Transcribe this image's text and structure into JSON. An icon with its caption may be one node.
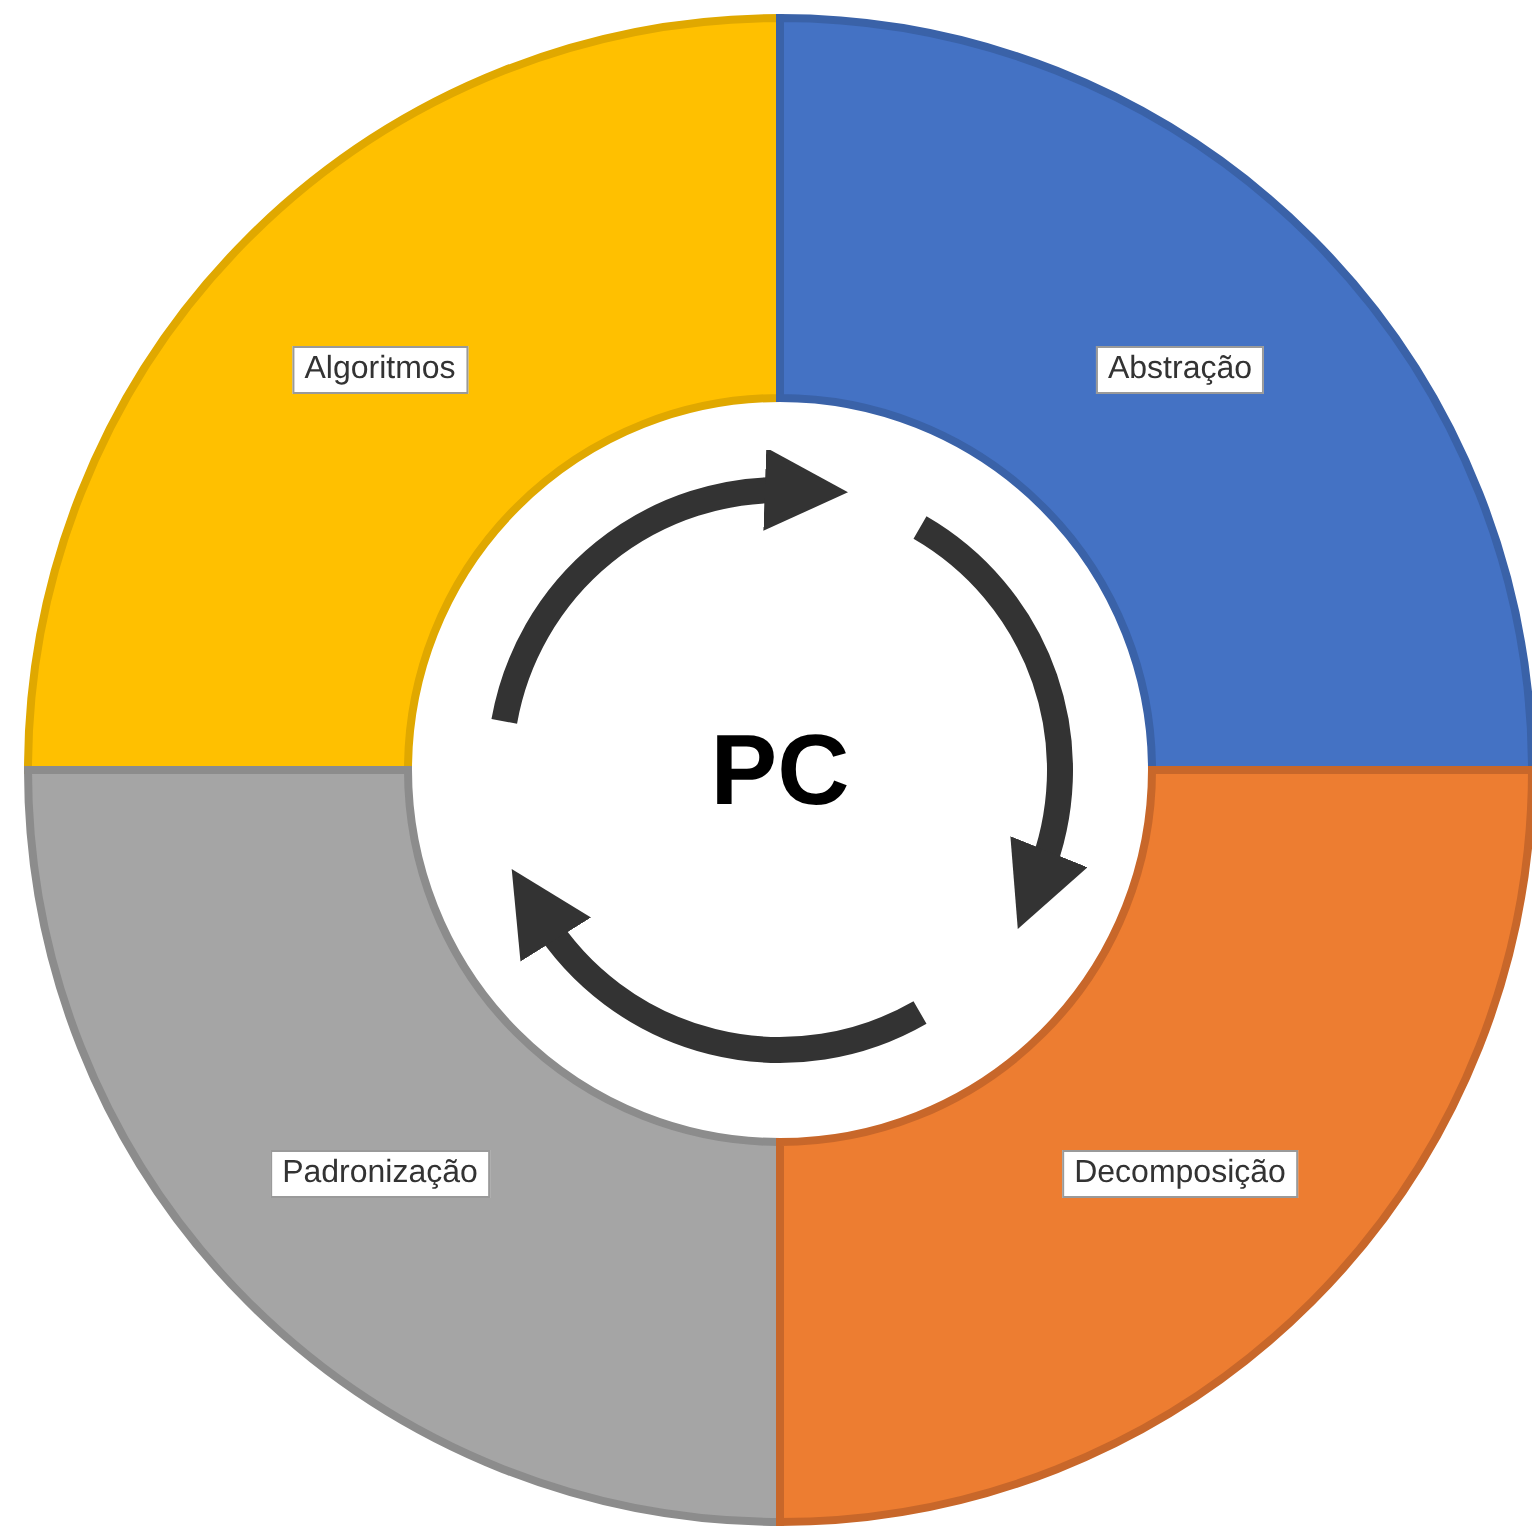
{
  "diagram": {
    "nodes": [
      {
        "text": [
          "Algoritmos"
        ]
      },
      {
        "text": [
          "Abstração"
        ]
      },
      {
        "text": [
          "PC"
        ]
      },
      {
        "text": [
          "Padronização"
        ]
      },
      {
        "text": [
          "Decomposição"
        ]
      }
    ]
  }
}
